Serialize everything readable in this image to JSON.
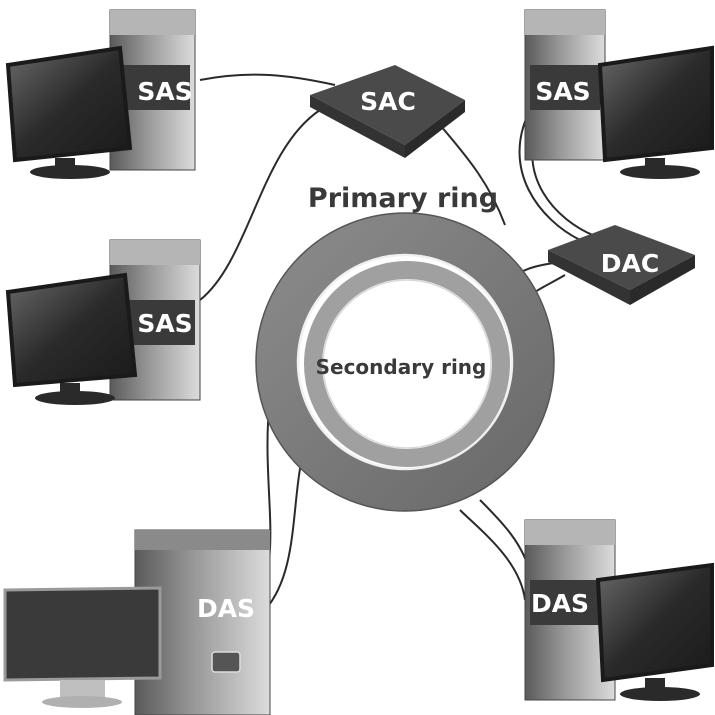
{
  "labels": {
    "primary_ring": "Primary ring",
    "secondary_ring": "Secondary ring",
    "sac": "SAC",
    "dac": "DAC",
    "sas_top_left": "SAS",
    "sas_mid_left": "SAS",
    "sas_top_right": "SAS",
    "das_bottom_left": "DAS",
    "das_bottom_right": "DAS"
  },
  "colors": {
    "primary_ring": "#7a7a7a",
    "secondary_ring": "#9a9a9a",
    "cable": "#2a2a2a",
    "device_dark": "#3c3c3c",
    "label_text_white": "#ffffff",
    "label_text_dark": "#3a3a3a"
  }
}
